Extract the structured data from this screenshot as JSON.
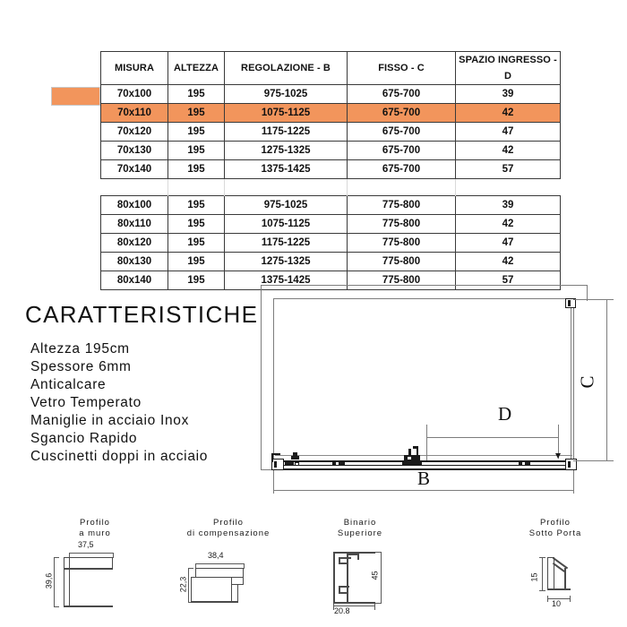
{
  "table": {
    "headers": [
      "MISURA",
      "ALTEZZA",
      "REGOLAZIONE - B",
      "FISSO - C",
      "SPAZIO INGRESSO - D"
    ],
    "highlight_color": "#F2955C",
    "group_a": [
      {
        "misura": "70x100",
        "altezza": "195",
        "regolazione": "975-1025",
        "fisso": "675-700",
        "spazio": "39",
        "highlighted": false
      },
      {
        "misura": "70x110",
        "altezza": "195",
        "regolazione": "1075-1125",
        "fisso": "675-700",
        "spazio": "42",
        "highlighted": true
      },
      {
        "misura": "70x120",
        "altezza": "195",
        "regolazione": "1175-1225",
        "fisso": "675-700",
        "spazio": "47",
        "highlighted": false
      },
      {
        "misura": "70x130",
        "altezza": "195",
        "regolazione": "1275-1325",
        "fisso": "675-700",
        "spazio": "42",
        "highlighted": false
      },
      {
        "misura": "70x140",
        "altezza": "195",
        "regolazione": "1375-1425",
        "fisso": "675-700",
        "spazio": "57",
        "highlighted": false
      }
    ],
    "group_b": [
      {
        "misura": "80x100",
        "altezza": "195",
        "regolazione": "975-1025",
        "fisso": "775-800",
        "spazio": "39",
        "highlighted": false
      },
      {
        "misura": "80x110",
        "altezza": "195",
        "regolazione": "1075-1125",
        "fisso": "775-800",
        "spazio": "42",
        "highlighted": false
      },
      {
        "misura": "80x120",
        "altezza": "195",
        "regolazione": "1175-1225",
        "fisso": "775-800",
        "spazio": "47",
        "highlighted": false
      },
      {
        "misura": "80x130",
        "altezza": "195",
        "regolazione": "1275-1325",
        "fisso": "775-800",
        "spazio": "42",
        "highlighted": false
      },
      {
        "misura": "80x140",
        "altezza": "195",
        "regolazione": "1375-1425",
        "fisso": "775-800",
        "spazio": "57",
        "highlighted": false
      }
    ]
  },
  "features": {
    "title": "CARATTERISTICHE",
    "items": [
      "Altezza 195cm",
      "Spessore 6mm",
      "Anticalcare",
      "Vetro Temperato",
      "Maniglie in acciaio Inox",
      "Sgancio Rapido",
      "Cuscinetti doppi in acciaio"
    ]
  },
  "drawing": {
    "dim_b": "B",
    "dim_c": "C",
    "dim_d": "D"
  },
  "profiles": [
    {
      "name": "profilo-a-muro",
      "label_line1": "Profilo",
      "label_line2": "a muro",
      "dim_width": "37,5",
      "dim_height": "39,6"
    },
    {
      "name": "profilo-di-compensazione",
      "label_line1": "Profilo",
      "label_line2": "di compensazione",
      "dim_width": "38,4",
      "dim_height": "22,3"
    },
    {
      "name": "binario-superiore",
      "label_line1": "Binario",
      "label_line2": "Superiore",
      "dim_width": "20.8",
      "dim_height": "45"
    },
    {
      "name": "profilo-sotto-porta",
      "label_line1": "Profilo",
      "label_line2": "Sotto Porta",
      "dim_width": "10",
      "dim_height": "15"
    }
  ]
}
